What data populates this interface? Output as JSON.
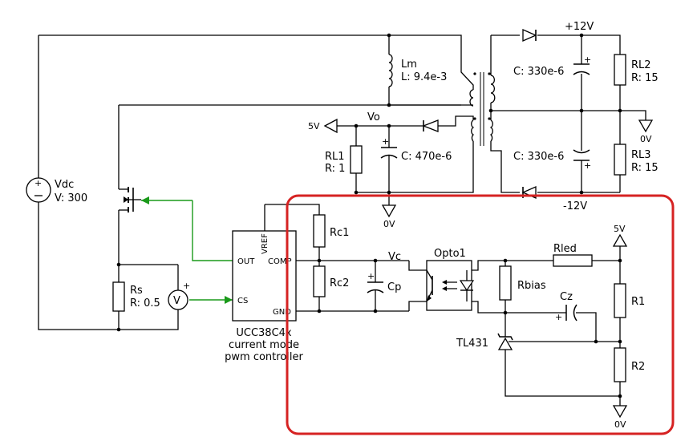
{
  "sources": {
    "vdc": {
      "name": "Vdc",
      "value": "V: 300"
    }
  },
  "resistors": {
    "rs": {
      "name": "Rs",
      "value": "R: 0.5"
    },
    "rl1": {
      "name": "RL1",
      "value": "R: 1"
    },
    "rl2": {
      "name": "RL2",
      "value": "R: 15"
    },
    "rl3": {
      "name": "RL3",
      "value": "R: 15"
    },
    "rc1": {
      "name": "Rc1"
    },
    "rc2": {
      "name": "Rc2"
    },
    "rled": {
      "name": "Rled"
    },
    "rbias": {
      "name": "Rbias"
    },
    "r1": {
      "name": "R1"
    },
    "r2": {
      "name": "R2"
    }
  },
  "inductor": {
    "name": "Lm",
    "value": "L: 9.4e-3"
  },
  "capacitors": {
    "c_out5": {
      "value": "C: 470e-6"
    },
    "c_top": {
      "value": "C: 330e-6"
    },
    "c_bot": {
      "value": "C: 330e-6"
    },
    "cp": {
      "name": "Cp"
    },
    "cz": {
      "name": "Cz"
    }
  },
  "nets": {
    "vo": "Vo",
    "vc": "Vc",
    "plus12": "+12V",
    "minus12": "-12V",
    "gnd": "0V",
    "v5": "5V"
  },
  "controller": {
    "pins": {
      "out": "OUT",
      "comp": "COMP",
      "cs": "CS",
      "gnd": "GND",
      "vref": "VREF"
    },
    "label_lines": [
      "UCC38C4x",
      "current mode",
      "pwm controller"
    ]
  },
  "opto": {
    "name": "Opto1"
  },
  "shunt": {
    "name": "TL431"
  },
  "symbols": {
    "plus": "+"
  },
  "highlight": {
    "color": "#d62222"
  },
  "feedback_color": "#1a9a1a"
}
